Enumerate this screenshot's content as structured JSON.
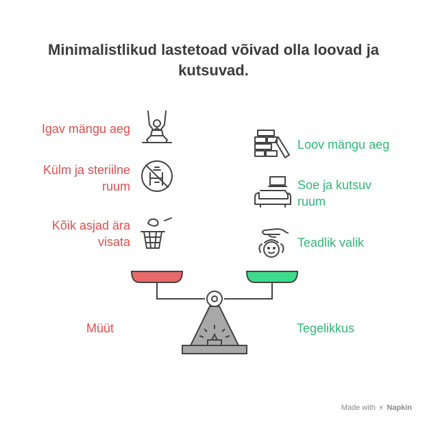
{
  "title": "Minimalistlikud lastetoad võivad olla loovad ja kutsuvad.",
  "myths": [
    {
      "label": "Igav mängu aeg",
      "icon": "swing-icon"
    },
    {
      "label": "Külm ja steriilne ruum",
      "icon": "no-furniture-icon"
    },
    {
      "label": "Kõik asjad ära visata",
      "icon": "trash-bin-icon"
    }
  ],
  "facts": [
    {
      "label": "Loov mängu aeg",
      "icon": "blocks-icon"
    },
    {
      "label": "Soe ja kutsuv ruum",
      "icon": "sofa-icon"
    },
    {
      "label": "Teadlik valik",
      "icon": "child-hand-icon"
    }
  ],
  "scale": {
    "left_label": "Müüt",
    "right_label": "Tegelikkus",
    "left_color": "#e86a6a",
    "right_color": "#3ddc8c"
  },
  "footer": {
    "prefix": "Made with",
    "brand": "Napkin"
  }
}
